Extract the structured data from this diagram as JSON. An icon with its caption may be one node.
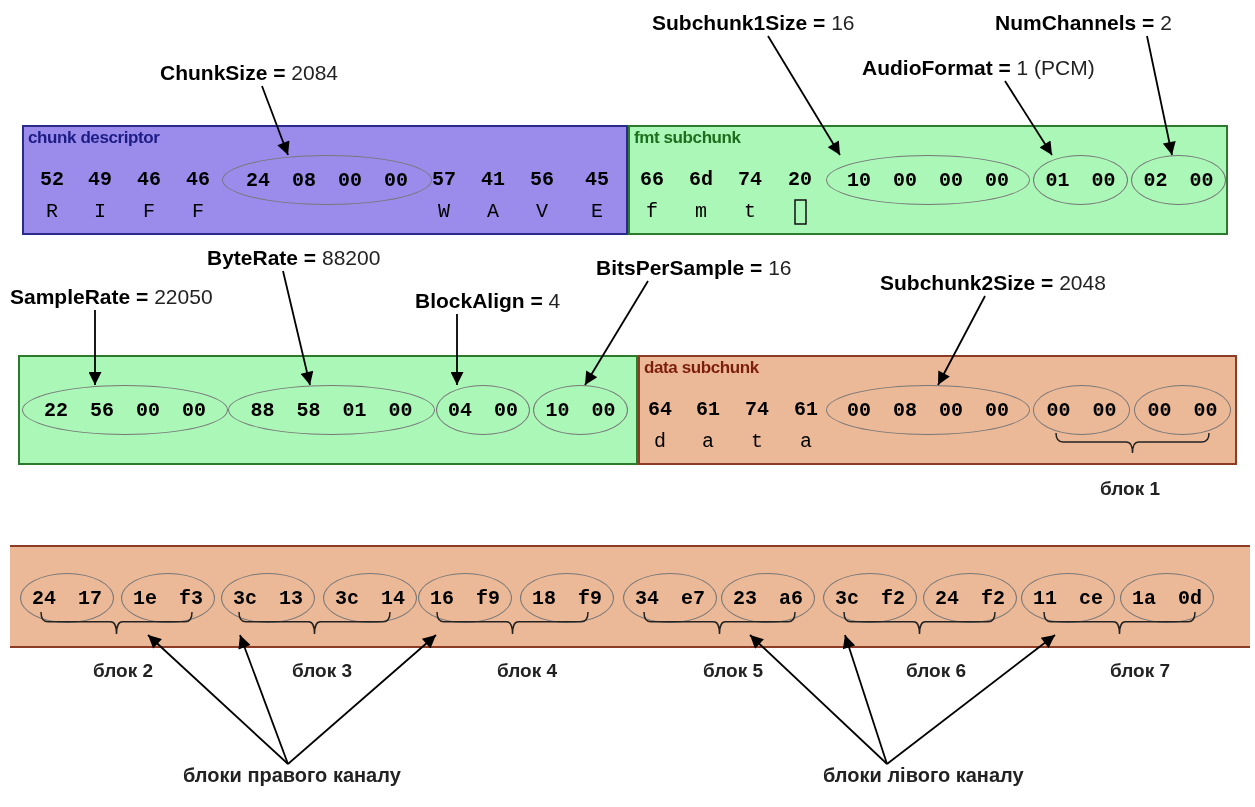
{
  "diagram": {
    "nodes": [
      {
        "text": [
          "**ChunkSize =** 2084"
        ]
      },
      {
        "text": [
          "**Subchunk1Size =** 16"
        ]
      },
      {
        "text": [
          "**NumChannels =** 2"
        ]
      },
      {
        "text": [
          "**AudioFormat =** 1 (PCM)"
        ]
      },
      {
        "text": [
          "chunk descriptor",
          "52",
          "49",
          "46",
          "46",
          "57",
          "41",
          "56",
          "45",
          "R",
          "I",
          "F",
          "F",
          "W",
          "A",
          "V",
          "E"
        ]
      },
      {
        "text": [
          "24 08 00 00"
        ],
        "in": 4
      },
      {
        "text": [
          "fmt subchunk",
          "66",
          "6d",
          "74",
          "20",
          "f",
          "m",
          "t"
        ]
      },
      {
        "text": [
          "10 00 00 00"
        ],
        "in": 6
      },
      {
        "text": [
          "01 00"
        ],
        "in": 6
      },
      {
        "text": [
          "02 00"
        ],
        "in": 6
      },
      {
        "text": [
          "**ByteRate =** 88200"
        ]
      },
      {
        "text": [
          "**BitsPerSample =** 16"
        ]
      },
      {
        "text": [
          "**SampleRate =** 22050"
        ]
      },
      {
        "text": [
          "**BlockAlign =** 4"
        ]
      },
      {
        "text": [
          "**Subchunk2Size =** 2048"
        ]
      },
      {
        "text": [],
        "shape": "box"
      },
      {
        "text": [
          "22 56 00 00"
        ],
        "in": 15
      },
      {
        "text": [
          "88 58 01 00"
        ],
        "in": 15
      },
      {
        "text": [
          "04 00"
        ],
        "in": 15
      },
      {
        "text": [
          "10 00"
        ],
        "in": 15
      },
      {
        "text": [
          "data subchunk",
          "64",
          "61",
          "74",
          "61",
          "d",
          "a",
          "t",
          "a"
        ]
      },
      {
        "text": [
          "00 08 00 00"
        ],
        "in": 20
      },
      {
        "text": [
          "00 00"
        ],
        "in": 20
      },
      {
        "text": [
          "00 00"
        ],
        "in": 20
      },
      {
        "text": [],
        "shape": "brace",
        "in": 20
      },
      {
        "text": [],
        "shape": "box"
      },
      {
        "text": [
          "24 17"
        ],
        "in": 25
      },
      {
        "text": [
          "1e f3"
        ],
        "in": 25
      },
      {
        "text": [
          "3c 13"
        ],
        "in": 25
      },
      {
        "text": [
          "3c 14"
        ],
        "in": 25
      },
      {
        "text": [
          "16 f9"
        ],
        "in": 25
      },
      {
        "text": [
          "18 f9"
        ],
        "in": 25
      },
      {
        "text": [
          "34 e7"
        ],
        "in": 25
      },
      {
        "text": [
          "23 a6"
        ],
        "in": 25
      },
      {
        "text": [
          "3c f2"
        ],
        "in": 25
      },
      {
        "text": [
          "24 f2"
        ],
        "in": 25
      },
      {
        "text": [
          "11 ce"
        ],
        "in": 25
      },
      {
        "text": [
          "1a 0d"
        ],
        "in": 25
      },
      {
        "text": [],
        "shape": "brace",
        "in": 25
      },
      {
        "text": [],
        "shape": "brace",
        "in": 25
      },
      {
        "text": [],
        "shape": "brace",
        "in": 25
      },
      {
        "text": [],
        "shape": "brace",
        "in": 25
      },
      {
        "text": [],
        "shape": "brace",
        "in": 25
      },
      {
        "text": [],
        "shape": "brace",
        "in": 25
      },
      {
        "text": [
          "блоки правого каналу"
        ]
      },
      {
        "text": [
          "блоки лівого каналу"
        ]
      }
    ],
    "edges": [
      {
        "from": 0,
        "to": 5,
        "arrow": "to"
      },
      {
        "from": 1,
        "to": 7,
        "arrow": "to"
      },
      {
        "from": 3,
        "to": 8,
        "arrow": "to"
      },
      {
        "from": 2,
        "to": 9,
        "arrow": "to"
      },
      {
        "from": 12,
        "to": 16,
        "arrow": "to"
      },
      {
        "from": 10,
        "to": 17,
        "arrow": "to"
      },
      {
        "from": 13,
        "to": 18,
        "arrow": "to"
      },
      {
        "from": 11,
        "to": 19,
        "arrow": "to"
      },
      {
        "from": 14,
        "to": 21,
        "arrow": "to"
      },
      {
        "from": 44,
        "to": 38,
        "arrow": "to"
      },
      {
        "from": 44,
        "to": 39,
        "arrow": "to"
      },
      {
        "from": 44,
        "to": 40,
        "arrow": "to"
      },
      {
        "from": 45,
        "to": 41,
        "arrow": "to"
      },
      {
        "from": 45,
        "to": 42,
        "arrow": "to"
      },
      {
        "from": 45,
        "to": 43,
        "arrow": "to"
      }
    ],
    "labels": [
      "блок 1",
      "блок 2",
      "блок 3",
      "блок 4",
      "блок 5",
      "блок 6",
      "блок 7"
    ]
  }
}
